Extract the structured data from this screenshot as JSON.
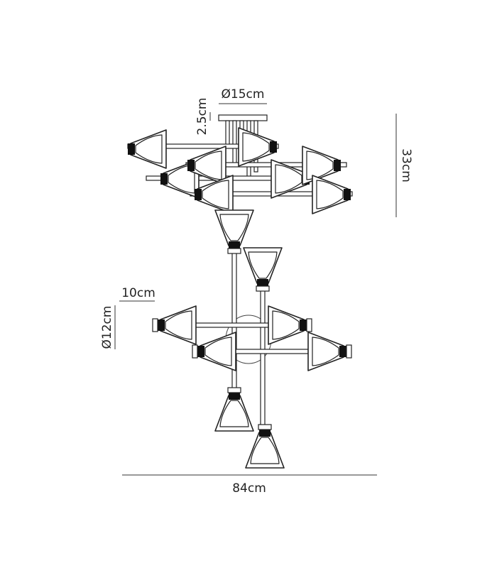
{
  "dimensions": {
    "canopy_diameter": "Ø15cm",
    "canopy_height": "2.5cm",
    "total_height": "33cm",
    "shade_height": "10cm",
    "shade_diameter": "Ø12cm",
    "total_width": "84cm"
  },
  "colors": {
    "line": "#222222",
    "socket": "#111111",
    "background": "#ffffff"
  }
}
